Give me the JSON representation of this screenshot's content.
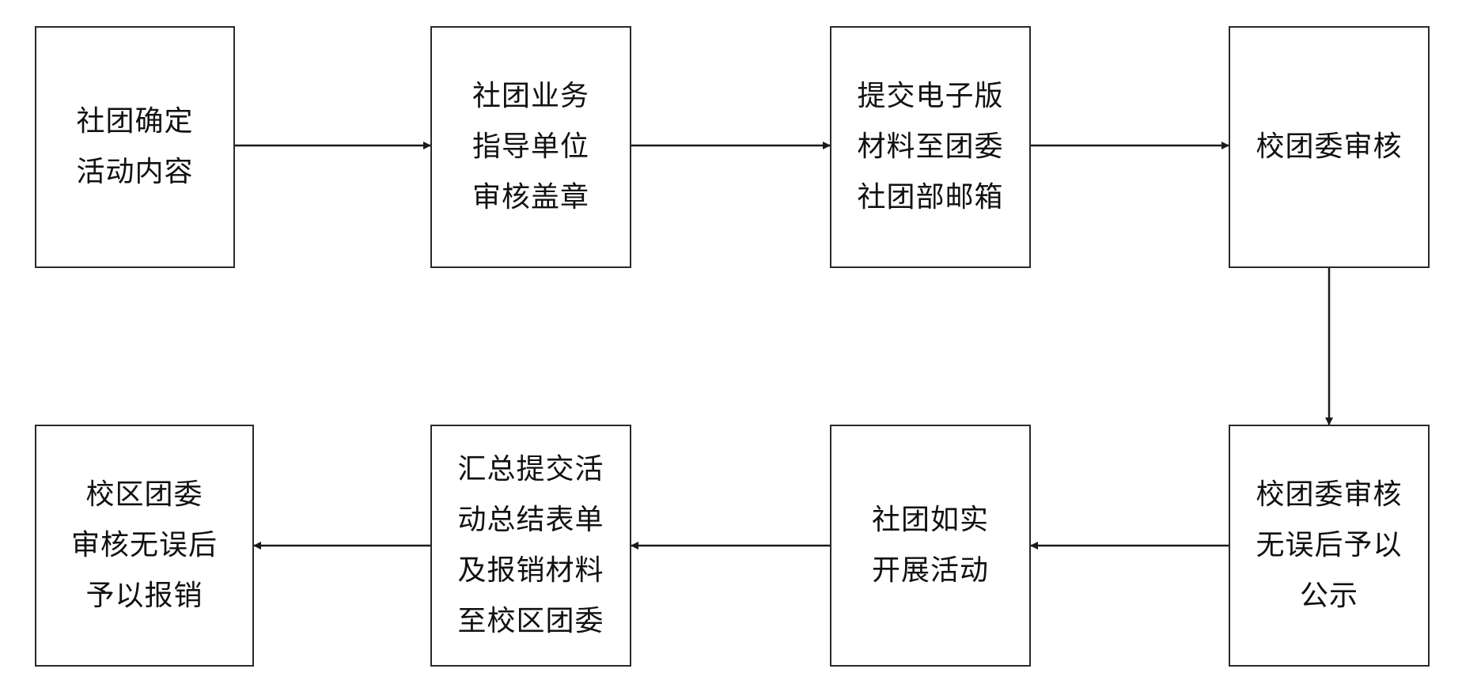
{
  "flowchart": {
    "nodes": [
      {
        "id": "n1",
        "text": "社团确定\n活动内容"
      },
      {
        "id": "n2",
        "text": "社团业务\n指导单位\n审核盖章"
      },
      {
        "id": "n3",
        "text": "提交电子版\n材料至团委\n社团部邮箱"
      },
      {
        "id": "n4",
        "text": "校团委审核"
      },
      {
        "id": "n5",
        "text": "校团委审核\n无误后予以\n公示"
      },
      {
        "id": "n6",
        "text": "社团如实\n开展活动"
      },
      {
        "id": "n7",
        "text": "汇总提交活\n动总结表单\n及报销材料\n至校区团委"
      },
      {
        "id": "n8",
        "text": "校区团委\n审核无误后\n予以报销"
      }
    ],
    "edges": [
      {
        "from": "n1",
        "to": "n2"
      },
      {
        "from": "n2",
        "to": "n3"
      },
      {
        "from": "n3",
        "to": "n4"
      },
      {
        "from": "n4",
        "to": "n5"
      },
      {
        "from": "n5",
        "to": "n6"
      },
      {
        "from": "n6",
        "to": "n7"
      },
      {
        "from": "n7",
        "to": "n8"
      }
    ],
    "colors": {
      "border": "#2a2a2a",
      "text": "#111111",
      "arrow": "#1a1a1a",
      "background": "#ffffff"
    }
  }
}
